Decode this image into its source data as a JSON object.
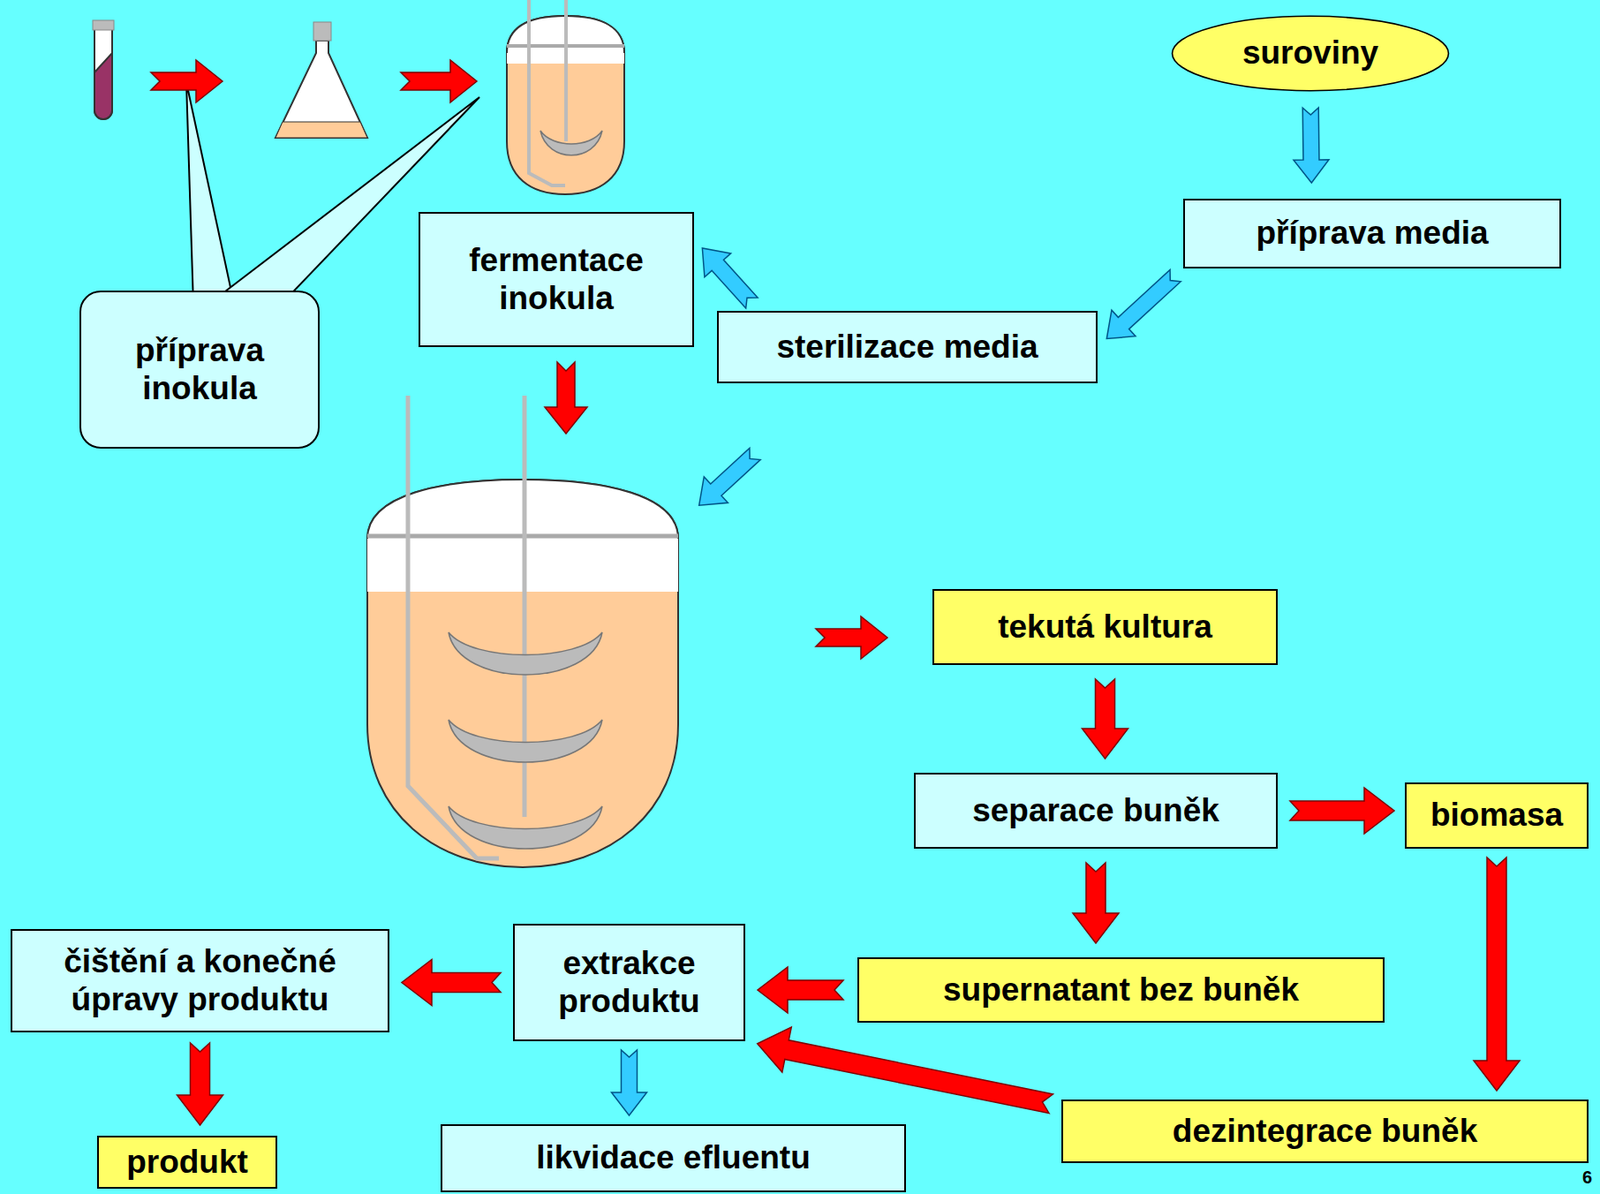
{
  "diagram": {
    "nodes": [
      {
        "text": [
          "suroviny"
        ]
      },
      {
        "text": [
          "příprava media"
        ]
      },
      {
        "text": [
          "fermentace inokula"
        ]
      },
      {
        "text": [
          "sterilizace media"
        ]
      },
      {
        "text": [
          "příprava inokula"
        ]
      },
      {
        "text": [
          "tekutá kultura"
        ]
      },
      {
        "text": [
          "separace buněk"
        ]
      },
      {
        "text": [
          "biomasa"
        ]
      },
      {
        "text": [
          "čištění a konečné úpravy produktu"
        ]
      },
      {
        "text": [
          "extrakce produktu"
        ]
      },
      {
        "text": [
          "supernatant bez buněk"
        ]
      },
      {
        "text": [
          "dezintegrace buněk"
        ]
      },
      {
        "text": [
          "produkt"
        ]
      },
      {
        "text": [
          "likvidace efluentu"
        ]
      }
    ],
    "edges": [
      {
        "from": 0,
        "to": 1,
        "arrow": "to"
      },
      {
        "from": 1,
        "to": 3,
        "arrow": "to"
      },
      {
        "from": 3,
        "to": 2,
        "arrow": "to"
      },
      {
        "from": 5,
        "to": 6,
        "arrow": "to"
      },
      {
        "from": 6,
        "to": 7,
        "arrow": "to"
      },
      {
        "from": 6,
        "to": 10,
        "arrow": "to"
      },
      {
        "from": 7,
        "to": 11,
        "arrow": "to"
      },
      {
        "from": 10,
        "to": 9,
        "arrow": "to"
      },
      {
        "from": 11,
        "to": 9,
        "arrow": "to"
      },
      {
        "from": 9,
        "to": 8,
        "arrow": "to"
      },
      {
        "from": 9,
        "to": 13,
        "arrow": "to"
      },
      {
        "from": 8,
        "to": 12,
        "arrow": "to"
      }
    ],
    "labels": [
      "6"
    ]
  }
}
